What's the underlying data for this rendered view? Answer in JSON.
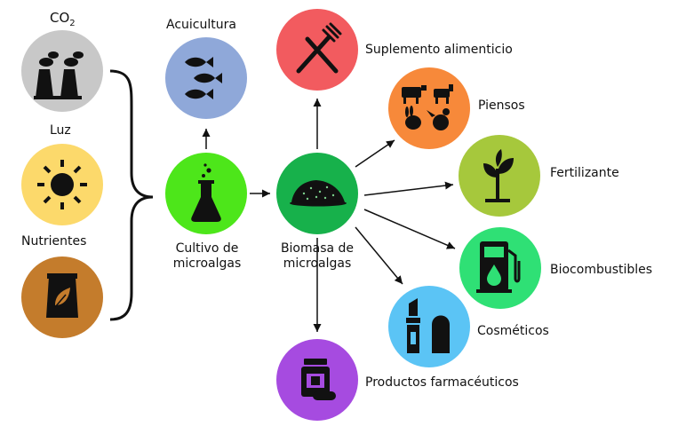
{
  "inputs": {
    "co2": {
      "label": "CO",
      "subscript": "2",
      "color": "#c8c8c8",
      "icon": "factory-icon"
    },
    "light": {
      "label": "Luz",
      "color": "#fcd96b",
      "icon": "sun-icon"
    },
    "nutrients": {
      "label": "Nutrientes",
      "color": "#c47c2c",
      "icon": "fertilizer-bag-icon"
    }
  },
  "process": {
    "cultivation": {
      "label_line1": "Cultivo de",
      "label_line2": "microalgas",
      "color": "#4de61a",
      "icon": "flask-icon"
    },
    "biomass": {
      "label_line1": "Biomasa de",
      "label_line2": "microalgas",
      "color": "#17b14b",
      "icon": "biomass-pile-icon"
    }
  },
  "outputs": {
    "aquaculture": {
      "label": "Acuicultura",
      "color": "#8fa8d9",
      "icon": "fish-icon"
    },
    "food_supplement": {
      "label": "Suplemento alimenticio",
      "color": "#f25b5f",
      "icon": "fork-knife-icon"
    },
    "feed": {
      "label": "Piensos",
      "color": "#f7893a",
      "icon": "livestock-icon"
    },
    "fertilizer": {
      "label": "Fertilizante",
      "color": "#a6c83c",
      "icon": "plant-icon"
    },
    "biofuels": {
      "label": "Biocombustibles",
      "color": "#2fe075",
      "icon": "fuel-pump-icon"
    },
    "cosmetics": {
      "label": "Cosméticos",
      "color": "#5bc4f5",
      "icon": "cosmetics-icon"
    },
    "pharma": {
      "label": "Productos farmacéuticos",
      "color": "#a64be0",
      "icon": "pill-bottle-icon"
    }
  }
}
